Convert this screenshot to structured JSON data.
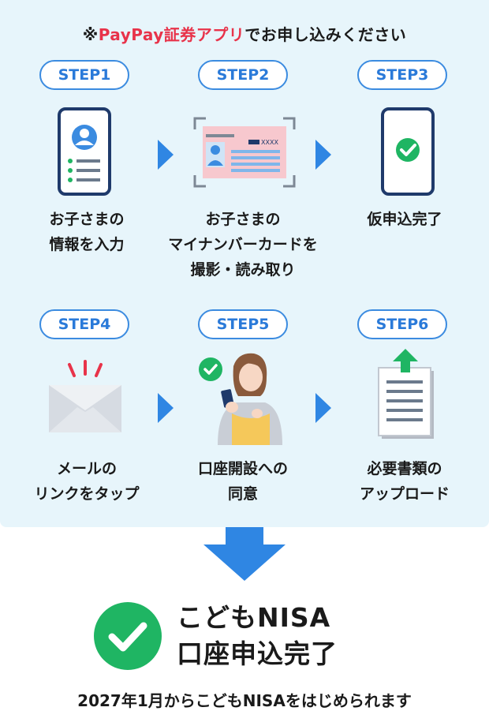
{
  "note": {
    "mark": "※",
    "brand": "PayPay証券アプリ",
    "rest": "でお申し込みください"
  },
  "steps": [
    {
      "badge": "STEP1",
      "lines": [
        "お子さまの",
        "情報を入力"
      ]
    },
    {
      "badge": "STEP2",
      "lines": [
        "お子さまの",
        "マイナンバーカードを",
        "撮影・読み取り"
      ],
      "card_text": "XXXX"
    },
    {
      "badge": "STEP3",
      "lines": [
        "仮申込完了"
      ]
    },
    {
      "badge": "STEP4",
      "lines": [
        "メールの",
        "リンクをタップ"
      ]
    },
    {
      "badge": "STEP5",
      "lines": [
        "口座開設への",
        "同意"
      ]
    },
    {
      "badge": "STEP6",
      "lines": [
        "必要書類の",
        "アップロード"
      ]
    }
  ],
  "result": {
    "line1": "こどもNISA",
    "line2": "口座申込完了"
  },
  "footer": "2027年1月からこどもNISAをはじめられます",
  "colors": {
    "accent": "#2f86e3",
    "brand_red": "#e8334a",
    "check_green": "#1fb563",
    "panel": "#e7f5fb"
  },
  "icons": [
    "phone-profile-icon",
    "id-card-icon",
    "phone-check-icon",
    "envelope-icon",
    "woman-smartphone-icon",
    "document-upload-icon",
    "arrow-right-icon",
    "arrow-down-icon",
    "check-circle-icon"
  ]
}
